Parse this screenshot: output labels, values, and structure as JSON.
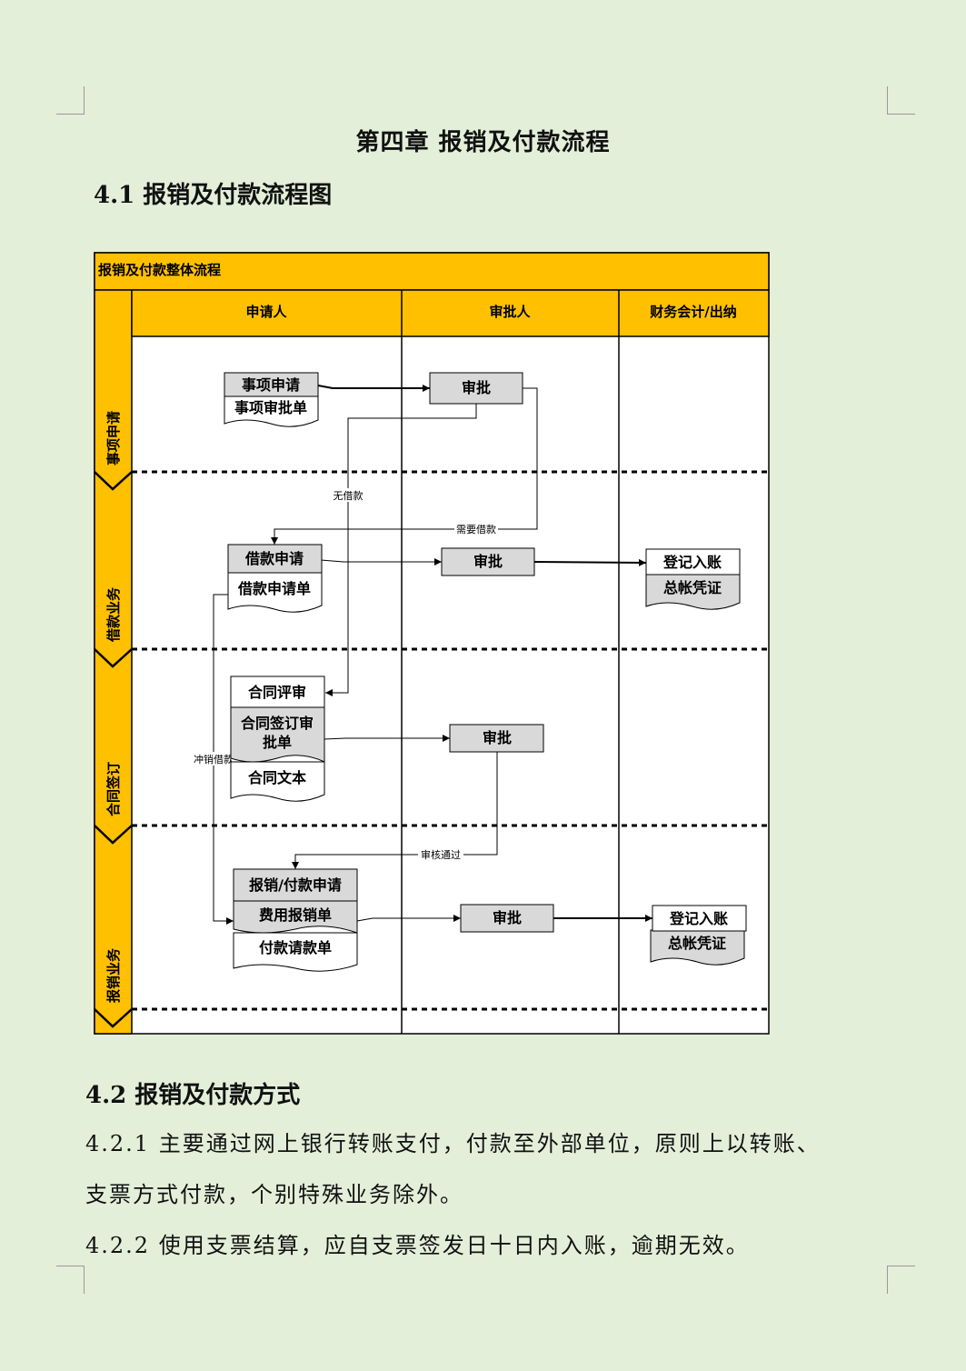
{
  "document": {
    "chapter_title": "第四章   报销及付款流程",
    "section_41": "4.1 报销及付款流程图",
    "section_42": "4.2 报销及付款方式",
    "para_421_line1": "4.2.1 主要通过网上银行转账支付，付款至外部单位，原则上以转账、",
    "para_421_line2": "支票方式付款，个别特殊业务除外。",
    "para_422": "4.2.2 使用支票结算，应自支票签发日十日内入账，逾期无效。"
  },
  "flowchart": {
    "title": "报销及付款整体流程",
    "lanes": [
      "申请人",
      "审批人",
      "财务会计/出纳"
    ],
    "phases": [
      "事项申请",
      "借款业务",
      "合同签订",
      "报销业务"
    ],
    "nodes": {
      "item_request": "事项申请",
      "item_form": "事项审批单",
      "approve": "审批",
      "loan_request": "借款申请",
      "loan_form": "借款申请单",
      "record": "登记入账",
      "voucher": "总帐凭证",
      "contract_review": "合同评审",
      "contract_form_line1": "合同签订审",
      "contract_form_line2": "批单",
      "contract_text": "合同文本",
      "reimb_request": "报销/付款申请",
      "expense_form": "费用报销单",
      "payment_form": "付款请款单"
    },
    "edge_labels": {
      "no_loan": "无借款",
      "need_loan": "需要借款",
      "offset_loan": "冲销借款",
      "review_passed": "审核通过"
    },
    "colors": {
      "header": "#ffc000",
      "box": "#d9d9d9",
      "paper": "#ffffff"
    }
  }
}
